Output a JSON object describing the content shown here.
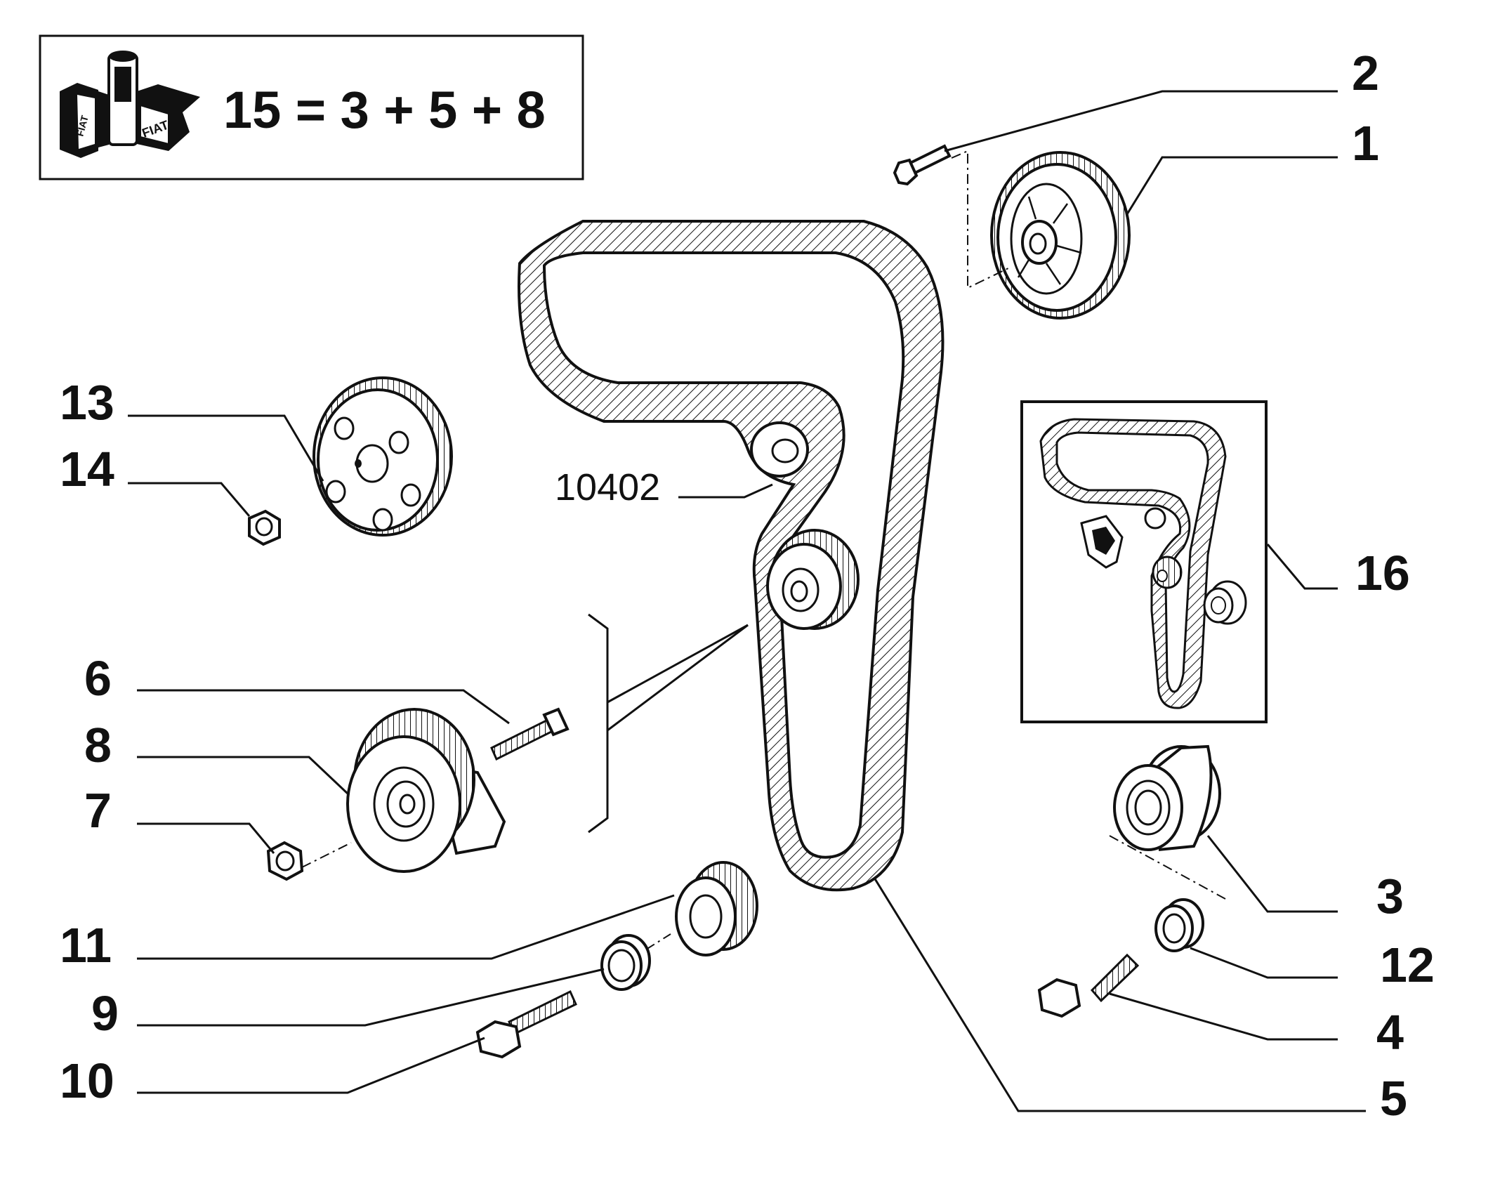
{
  "kit_box": {
    "formula": "15 = 3 + 5 + 8",
    "logo_text": "FIAT"
  },
  "callouts": [
    "1",
    "2",
    "3",
    "4",
    "5",
    "6",
    "7",
    "8",
    "9",
    "10",
    "11",
    "12",
    "13",
    "14",
    "16"
  ],
  "reference_code": "10402",
  "colors": {
    "line": "#111111",
    "background": "#ffffff"
  },
  "icons": [
    "fiat-kit-logo-icon",
    "gear-icon",
    "bolt-icon",
    "nut-icon",
    "roller-icon",
    "spacer-icon",
    "tensioner-icon"
  ]
}
